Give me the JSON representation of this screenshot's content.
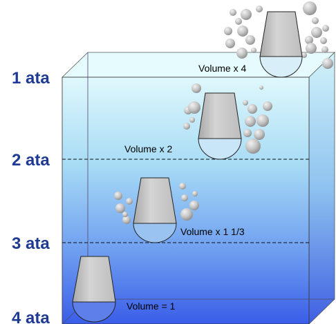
{
  "diagram": {
    "pressure_levels": [
      {
        "label": "1 ata"
      },
      {
        "label": "2 ata"
      },
      {
        "label": "3 ata"
      },
      {
        "label": "4 ata"
      }
    ],
    "volume_labels": [
      {
        "label": "Volume x 4"
      },
      {
        "label": "Volume x 2"
      },
      {
        "label": "Volume x 1 1/3"
      },
      {
        "label": "Volume = 1"
      }
    ],
    "colors": {
      "water_top": "#dff8fc",
      "water_bottom": "#3a5de8",
      "ata_text": "#1f3a93",
      "bell_fill": "#c8c8c8",
      "bubble_fill": "#c0c0c0"
    }
  }
}
